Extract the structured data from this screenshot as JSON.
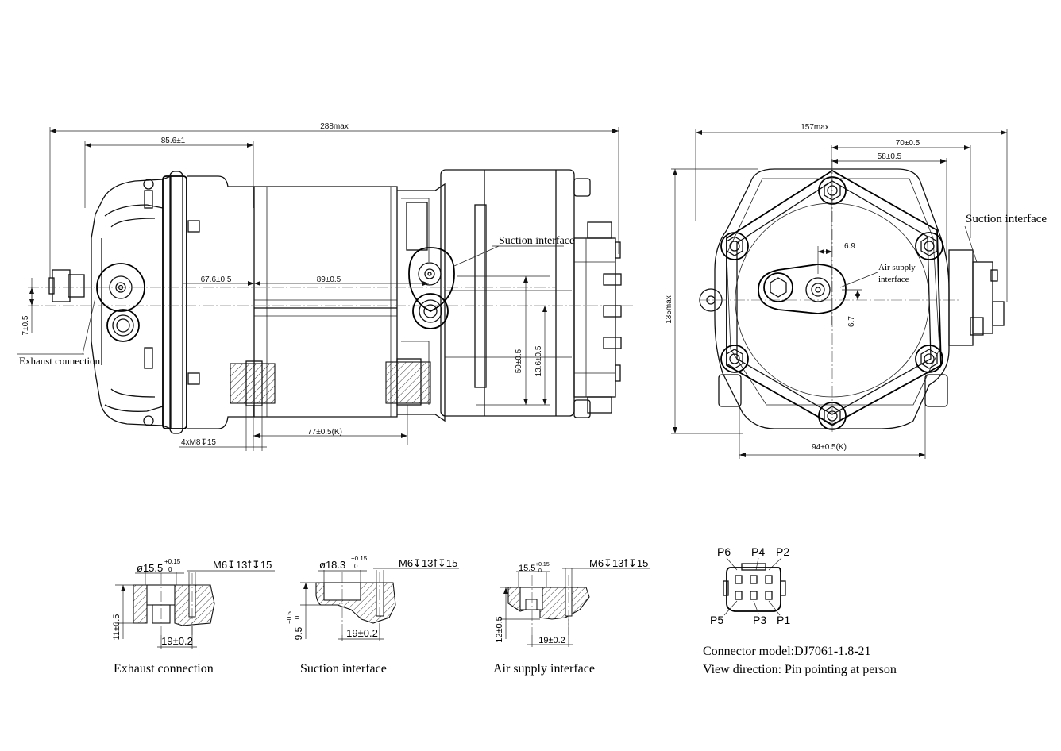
{
  "side_view": {
    "dims": {
      "overall_length": "288max",
      "d1": "85.6±1",
      "d2": "67.6±0.5",
      "d3": "89±0.5",
      "d4": "77±0.5(K)",
      "thread": "4xM8↧15",
      "h1": "7±0.5",
      "h2": "50±0.5",
      "h3": "13.6±0.5"
    },
    "labels": {
      "suction": "Suction interface",
      "exhaust": "Exhaust connection"
    }
  },
  "end_view": {
    "dims": {
      "width": "157max",
      "w1": "70±0.5",
      "w2": "58±0.5",
      "offset1": "6.9",
      "offset2": "6.7",
      "height": "135max",
      "mount": "94±0.5(K)"
    },
    "labels": {
      "suction": "Suction interface",
      "air_supply_line1": "Air supply",
      "air_supply_line2": "interface"
    }
  },
  "details": [
    {
      "title": "Exhaust connection",
      "dia": "ø15.5",
      "tol_top": "+0.15",
      "tol_bot": "0",
      "thread": "M6↧13ꝉ↧15",
      "depth": "11±0.5",
      "pitch": "19±0.2"
    },
    {
      "title": "Suction interface",
      "dia": "ø18.3",
      "tol_top": "+0.15",
      "tol_bot": "0",
      "thread": "M6↧13ꝉ↧15",
      "depth": "9.5",
      "depth_tol_top": "+0.5",
      "depth_tol_bot": "0",
      "pitch": "19±0.2"
    },
    {
      "title": "Air supply interface",
      "dia": "15.5",
      "tol_top": "+0.15",
      "tol_bot": "0",
      "thread": "M6↧13ꝉ↧15",
      "depth": "12±0.5",
      "pitch": "19±0.2"
    }
  ],
  "connector": {
    "pins": [
      "P6",
      "P4",
      "P2",
      "P5",
      "P3",
      "P1"
    ],
    "model": "Connector model:DJ7061-1.8-21",
    "view": "View direction: Pin pointing at person"
  }
}
